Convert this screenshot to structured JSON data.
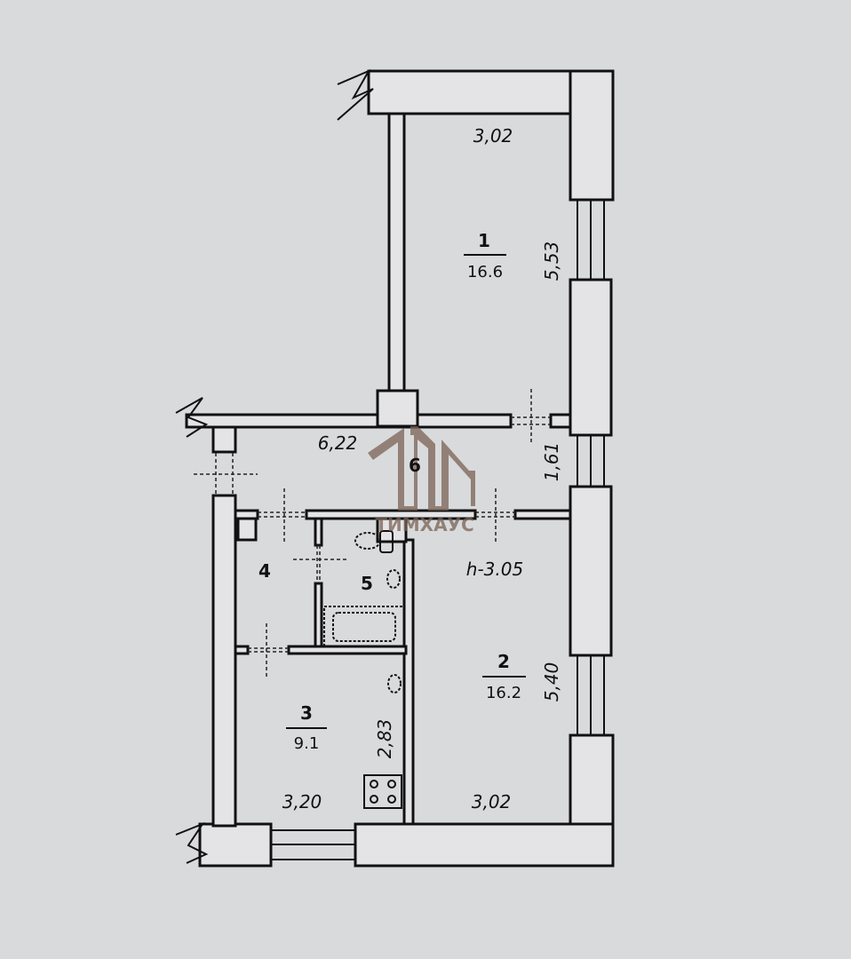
{
  "rooms": [
    {
      "number": "1",
      "area": "16.6"
    },
    {
      "number": "2",
      "area": "16.2"
    },
    {
      "number": "3",
      "area": "9.1"
    },
    {
      "number": "4"
    },
    {
      "number": "5"
    },
    {
      "number": "6"
    }
  ],
  "dimensions": {
    "room1_width": "3,02",
    "room1_length": "5,53",
    "corridor_length": "6,22",
    "corridor_width": "1,61",
    "room2_length": "5,40",
    "room2_width": "3,02",
    "room3_width": "3,20",
    "room3_length": "2,83"
  },
  "ceiling_height": "h-3.05",
  "watermark": {
    "logo": "ТиМ",
    "text": "ТИМХАУС"
  }
}
